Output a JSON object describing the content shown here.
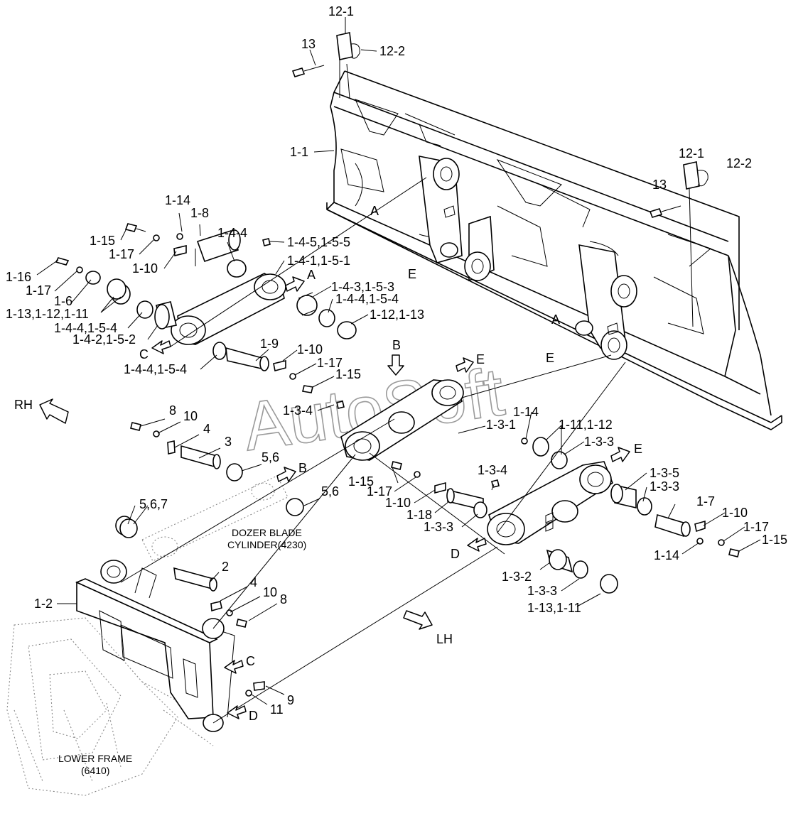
{
  "watermark": "AutoSoft",
  "directions": {
    "rh": "RH",
    "lh": "LH"
  },
  "captions": {
    "dozer_blade_cylinder_1": "DOZER BLADE",
    "dozer_blade_cylinder_2": "CYLINDER(4230)",
    "lower_frame_1": "LOWER FRAME",
    "lower_frame_2": "(6410)"
  },
  "view_markers": [
    "A",
    "B",
    "C",
    "D",
    "E"
  ],
  "labels": [
    "12-1",
    "12-2",
    "13",
    "1-1",
    "1-14",
    "1-8",
    "1-15",
    "1-17",
    "1-10",
    "1-4-4",
    "1-4-5,1-5-5",
    "1-4-1,1-5-1",
    "1-16",
    "1-6",
    "1-13,1-12,1-11",
    "1-4-4,1-5-4",
    "1-4-2,1-5-2",
    "1-4-3,1-5-3",
    "1-12,1-13",
    "1-9",
    "1-3-4",
    "1-3-1",
    "1-11,1-12",
    "1-3-3",
    "1-3-5",
    "1-7",
    "1-18",
    "1-3-2",
    "1-13,1-11",
    "8",
    "10",
    "4",
    "3",
    "5,6",
    "5,6,7",
    "2",
    "9",
    "11",
    "1-2"
  ]
}
